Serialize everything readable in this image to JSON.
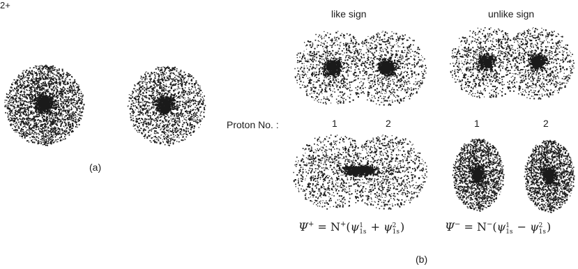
{
  "corner_label": "2+",
  "part_a": {
    "caption": "(a)"
  },
  "part_b": {
    "caption": "(b)",
    "like_sign_header": "like sign",
    "unlike_sign_header": "unlike sign",
    "proton_label": "Proton No. :",
    "like_proton_1": "1",
    "like_proton_2": "2",
    "unlike_proton_1": "1",
    "unlike_proton_2": "2",
    "formula_plus": {
      "psi": "Ψ",
      "sign": "+",
      "equals": " = N",
      "open": "(",
      "psi1": "ψ",
      "op": " + ",
      "psi2": "ψ",
      "close": ")",
      "orbital": "1s",
      "one": "1",
      "two": "2"
    },
    "formula_minus": {
      "psi": "Ψ",
      "sign": "−",
      "equals": " = N",
      "open": "(",
      "psi1": "ψ",
      "op": " − ",
      "psi2": "ψ",
      "close": ")",
      "orbital": "1s",
      "one": "1",
      "two": "2"
    }
  },
  "colors": {
    "ink": "#1a1a1a",
    "background": "#ffffff"
  }
}
